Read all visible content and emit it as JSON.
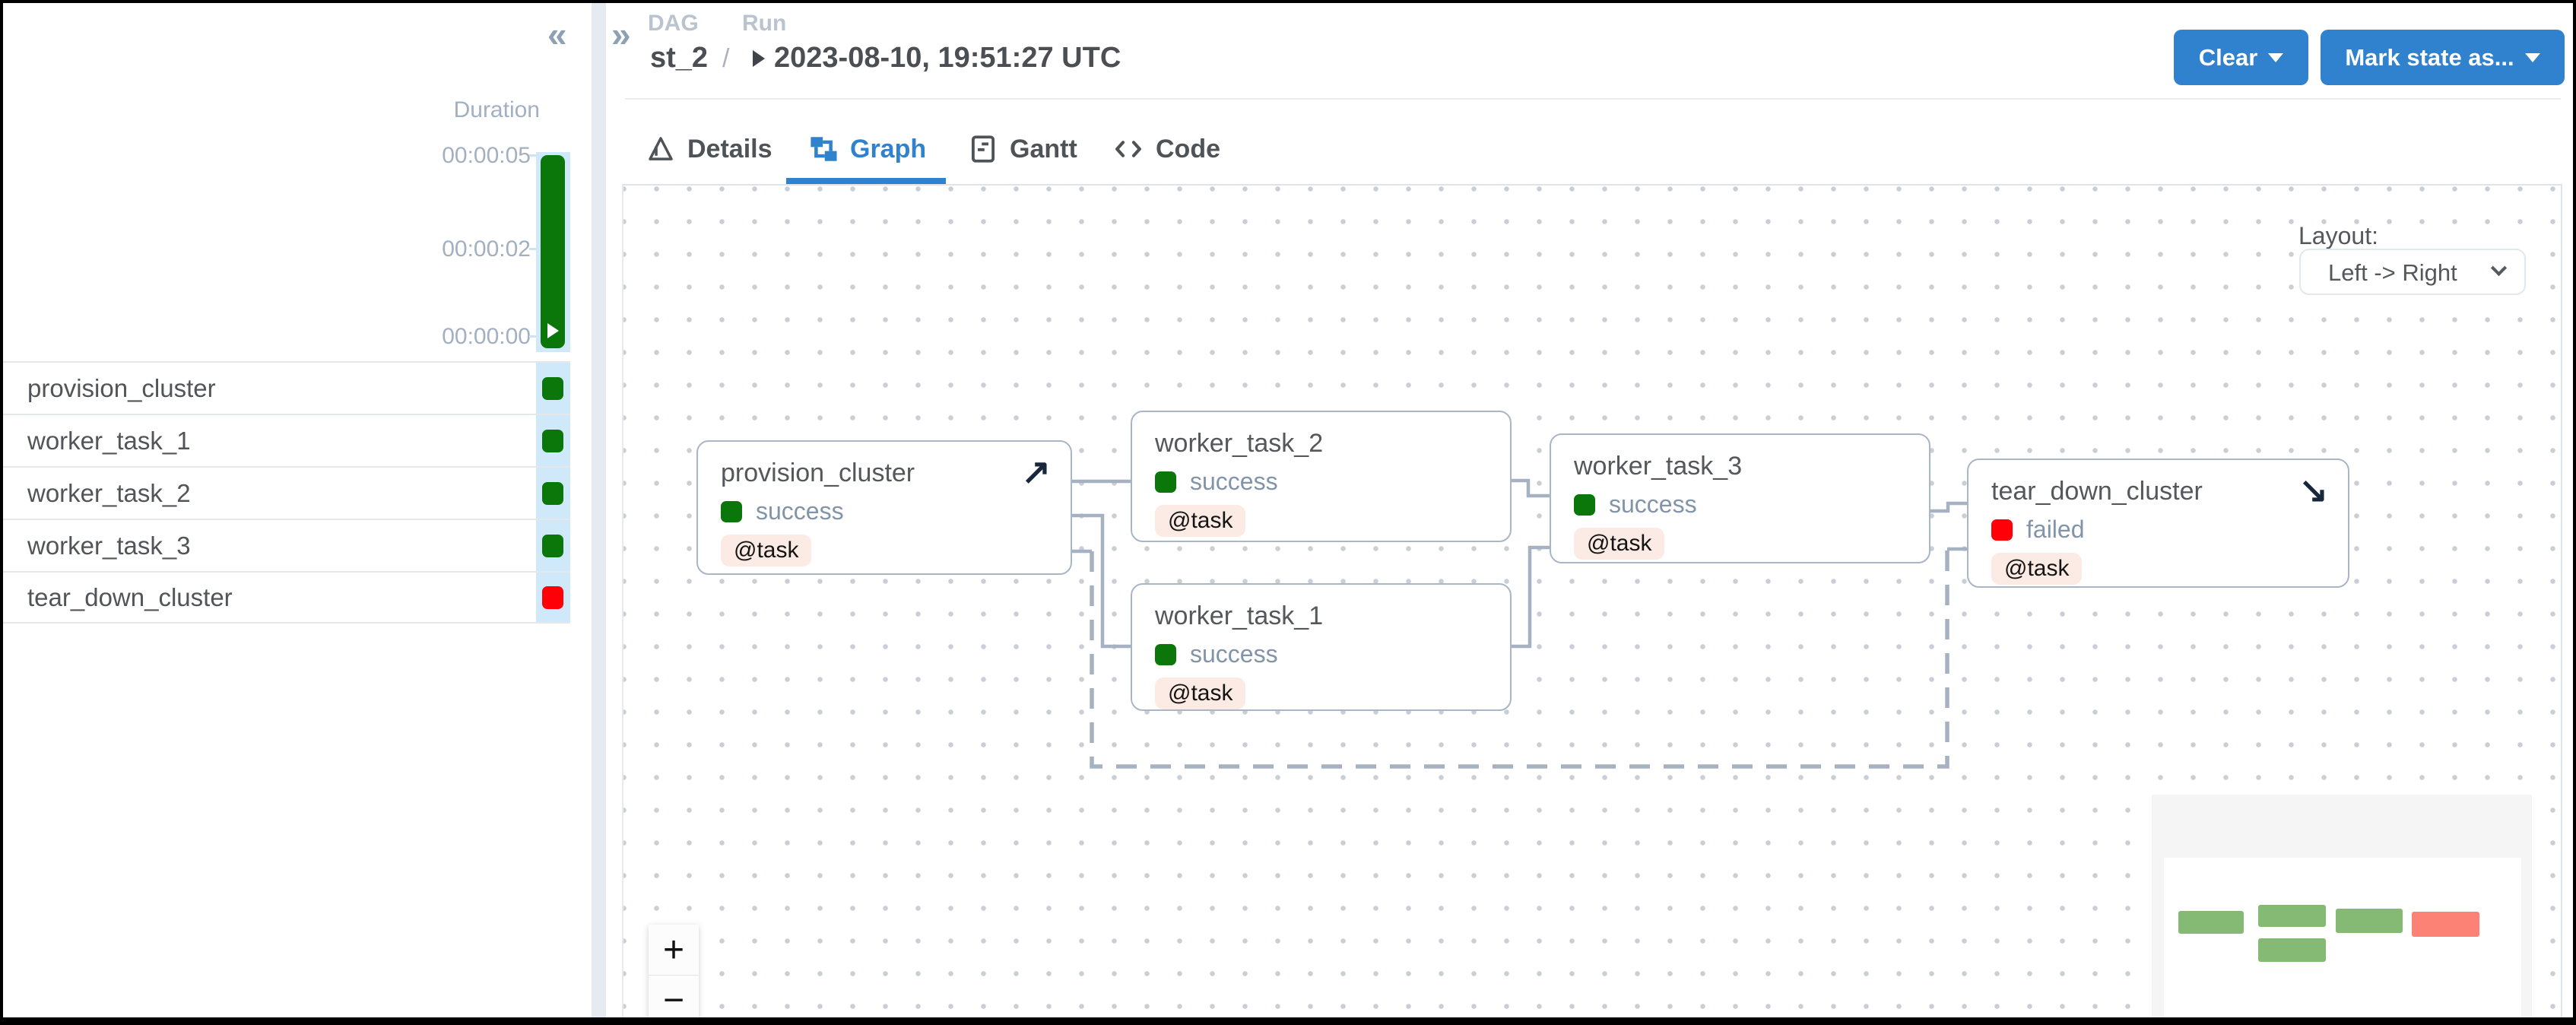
{
  "sidebar": {
    "collapse_icon": "«",
    "duration_label": "Duration",
    "axis_ticks": [
      "00:00:05",
      "00:00:02",
      "00:00:00"
    ],
    "tasks": [
      {
        "name": "provision_cluster",
        "status": "success"
      },
      {
        "name": "worker_task_1",
        "status": "success"
      },
      {
        "name": "worker_task_2",
        "status": "success"
      },
      {
        "name": "worker_task_3",
        "status": "success"
      },
      {
        "name": "tear_down_cluster",
        "status": "failed"
      }
    ]
  },
  "header": {
    "expand_icon": "»",
    "breadcrumb": {
      "dag_label": "DAG",
      "run_label": "Run",
      "dag_name": "st_2",
      "separator": "/",
      "run_value": "2023-08-10, 19:51:27 UTC"
    },
    "clear_button": "Clear",
    "mark_state_button": "Mark state as..."
  },
  "tabs": [
    {
      "label": "Details",
      "active": false
    },
    {
      "label": "Graph",
      "active": true
    },
    {
      "label": "Gantt",
      "active": false
    },
    {
      "label": "Code",
      "active": false
    }
  ],
  "graph": {
    "layout_label": "Layout:",
    "layout_value": "Left -> Right",
    "zoom_in": "+",
    "zoom_out": "−",
    "nodes": [
      {
        "title": "provision_cluster",
        "status": "success",
        "badge": "@task",
        "corner_icon": "↗"
      },
      {
        "title": "worker_task_2",
        "status": "success",
        "badge": "@task"
      },
      {
        "title": "worker_task_1",
        "status": "success",
        "badge": "@task"
      },
      {
        "title": "worker_task_3",
        "status": "success",
        "badge": "@task"
      },
      {
        "title": "tear_down_cluster",
        "status": "failed",
        "badge": "@task",
        "corner_icon": "↘"
      }
    ]
  },
  "colors": {
    "accent_blue": "#3182ce",
    "success_green": "#0b770b",
    "failed_red": "#fe0007",
    "edge_gray": "#a6b2c1",
    "node_border": "#a9b6c6",
    "badge_bg": "#fcebe4",
    "duration_column_bg": "#cfe9fa",
    "minimap_green": "#85ba75",
    "minimap_red": "#fb8274"
  }
}
